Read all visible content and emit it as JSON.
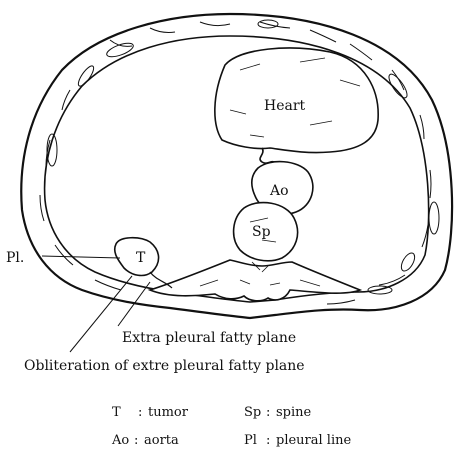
{
  "diagram": {
    "structure_labels": {
      "heart": "Heart",
      "aorta": "Ao",
      "spine": "Sp",
      "tumor": "T",
      "pleural_line": "Pl."
    },
    "annotations": {
      "extra_pleural": "Extra pleural fatty plane",
      "obliteration": "Obliteration of extre pleural fatty plane"
    },
    "legend": [
      {
        "abbr": "T",
        "sep": ":",
        "text": "tumor"
      },
      {
        "abbr": "Sp",
        "sep": ":",
        "text": "spine"
      },
      {
        "abbr": "Ao",
        "sep": ":",
        "text": "aorta"
      },
      {
        "abbr": "Pl",
        "sep": ":",
        "text": "pleural line"
      }
    ],
    "colors": {
      "ink": "#111111",
      "paper": "#ffffff"
    }
  }
}
